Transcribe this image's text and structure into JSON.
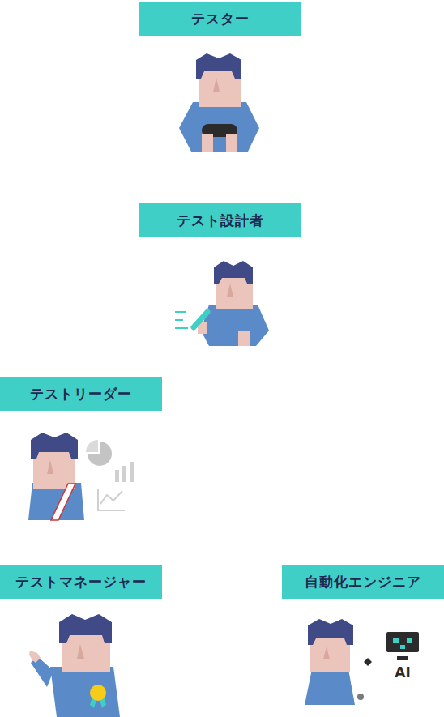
{
  "diagram": {
    "nodes": [
      {
        "text": [
          "テスター"
        ]
      },
      {
        "text": [
          "テスト設計者"
        ]
      },
      {
        "text": [
          "テストリーダー"
        ]
      },
      {
        "text": [
          "テストマネージャー"
        ]
      },
      {
        "text": [
          "自動化エンジニア"
        ]
      }
    ],
    "labels": [
      "AI"
    ]
  }
}
